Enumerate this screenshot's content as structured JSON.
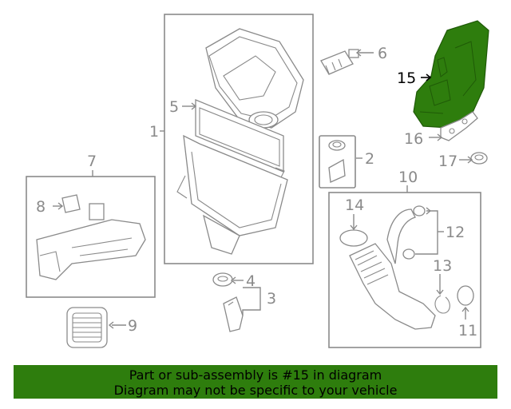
{
  "colors": {
    "highlight": "#2e7d0d",
    "line": "#8a8a8a",
    "banner_bg": "#2e7d0d",
    "banner_text": "#000000"
  },
  "callouts": {
    "c1": "1",
    "c2": "2",
    "c3": "3",
    "c4": "4",
    "c5": "5",
    "c6": "6",
    "c7": "7",
    "c8": "8",
    "c9": "9",
    "c10": "10",
    "c11": "11",
    "c12": "12",
    "c13": "13",
    "c14": "14",
    "c15": "15",
    "c16": "16",
    "c17": "17"
  },
  "highlighted_part": "15",
  "banner": {
    "line1": "Part or sub-assembly is #15 in diagram",
    "line2": "Diagram may not be specific to your vehicle"
  }
}
